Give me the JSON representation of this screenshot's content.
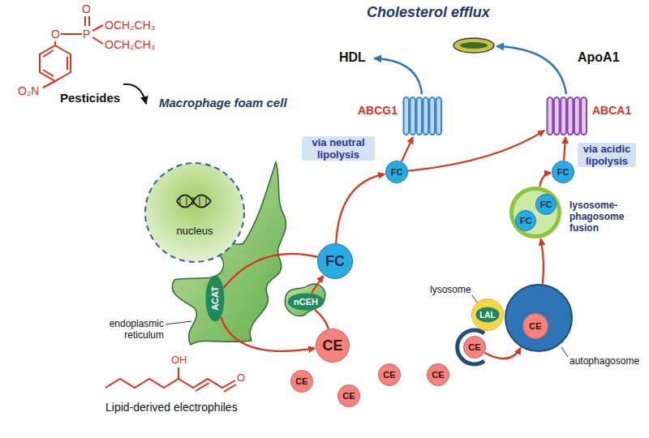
{
  "diagram": {
    "title": "Cholesterol efflux",
    "nodes": [
      {
        "text": [
          "Macrophage foam cell"
        ]
      },
      {
        "text": [
          "nucleus"
        ],
        "in": 0
      },
      {
        "text": [
          "ACAT"
        ],
        "in": 0
      },
      {
        "text": [
          "FC"
        ],
        "in": 0
      },
      {
        "text": [
          "nCEH"
        ],
        "in": 0
      },
      {
        "text": [
          "CE"
        ],
        "in": 0
      },
      {
        "text": [
          "FC"
        ],
        "in": 0
      },
      {
        "text": [
          "FC"
        ],
        "in": 0
      },
      {
        "text": [
          "lysosome-phagosome fusion"
        ],
        "in": 0
      },
      {
        "text": [
          "FC"
        ],
        "in": 8
      },
      {
        "text": [
          "FC"
        ],
        "in": 8
      },
      {
        "text": [
          "lysosome"
        ],
        "in": 0
      },
      {
        "text": [
          "LAL"
        ],
        "in": 11
      },
      {
        "text": [
          "autophagosome"
        ],
        "in": 0
      },
      {
        "text": [
          "CE"
        ],
        "in": 13
      },
      {
        "text": [
          "CE"
        ],
        "in": 0
      },
      {
        "text": [
          "CE"
        ],
        "in": 0
      },
      {
        "text": [
          "CE"
        ],
        "in": 0
      },
      {
        "text": [
          "CE"
        ],
        "in": 0
      },
      {
        "text": [
          "CE"
        ],
        "in": 0
      },
      {
        "text": [
          "ABCG1"
        ]
      },
      {
        "text": [
          "ABCA1"
        ]
      }
    ],
    "edges": [
      {
        "from": 3,
        "to": 2,
        "arrow": "none"
      },
      {
        "from": 2,
        "to": 5,
        "arrow": "to"
      },
      {
        "from": 5,
        "to": 4,
        "arrow": "none"
      },
      {
        "from": 4,
        "to": 3,
        "arrow": "to"
      },
      {
        "from": 3,
        "to": 6,
        "label": "via neutral lipolysis",
        "arrow": "to"
      },
      {
        "from": 6,
        "to": 20,
        "arrow": "to"
      },
      {
        "from": 6,
        "to": 21,
        "arrow": "to"
      },
      {
        "from": 7,
        "to": 21,
        "arrow": "to"
      },
      {
        "from": 8,
        "to": 7,
        "label": "via acidic lipolysis",
        "arrow": "to"
      },
      {
        "from": 13,
        "to": 8,
        "arrow": "to"
      },
      {
        "from": 15,
        "to": 13,
        "arrow": "to"
      }
    ],
    "labels": [
      "O₂N",
      "O",
      "P",
      "O",
      "OCH₂CH₃",
      "OCH₂CH₃",
      "Pesticides",
      "HDL",
      "ApoA1",
      "endoplasmic reticulum",
      "OH",
      "O",
      "Lipid-derived electrophiles"
    ]
  }
}
